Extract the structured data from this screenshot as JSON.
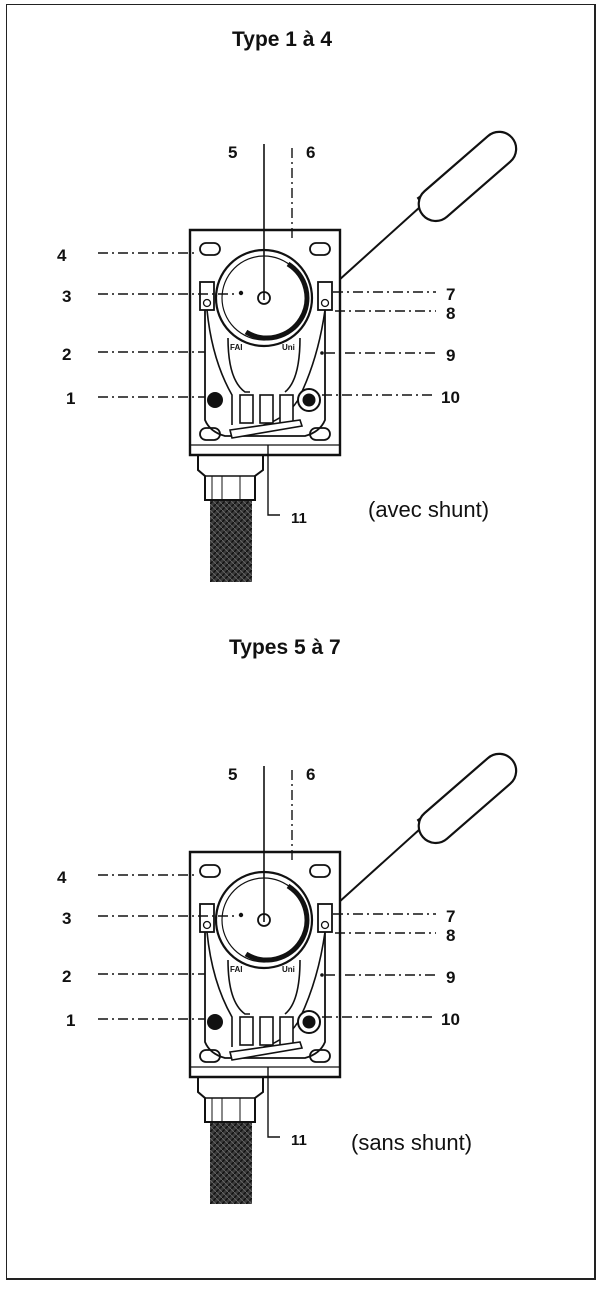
{
  "diagram_1": {
    "title": "Type 1 à 4",
    "note": "(avec shunt)",
    "labels_left": [
      "4",
      "3",
      "2",
      "1"
    ],
    "labels_right": [
      "7",
      "8",
      "9",
      "10"
    ],
    "label_top_left": "5",
    "label_top_right": "6",
    "label_bottom": "11",
    "dial_left": "FAI",
    "dial_right": "Uni"
  },
  "diagram_2": {
    "title": "Types 5 à 7",
    "note": "(sans shunt)",
    "labels_left": [
      "4",
      "3",
      "2",
      "1"
    ],
    "labels_right": [
      "7",
      "8",
      "9",
      "10"
    ],
    "label_top_left": "5",
    "label_top_right": "6",
    "label_bottom": "11",
    "dial_left": "FAI",
    "dial_right": "Uni"
  },
  "colors": {
    "ink": "#111111",
    "paper": "#ffffff"
  }
}
